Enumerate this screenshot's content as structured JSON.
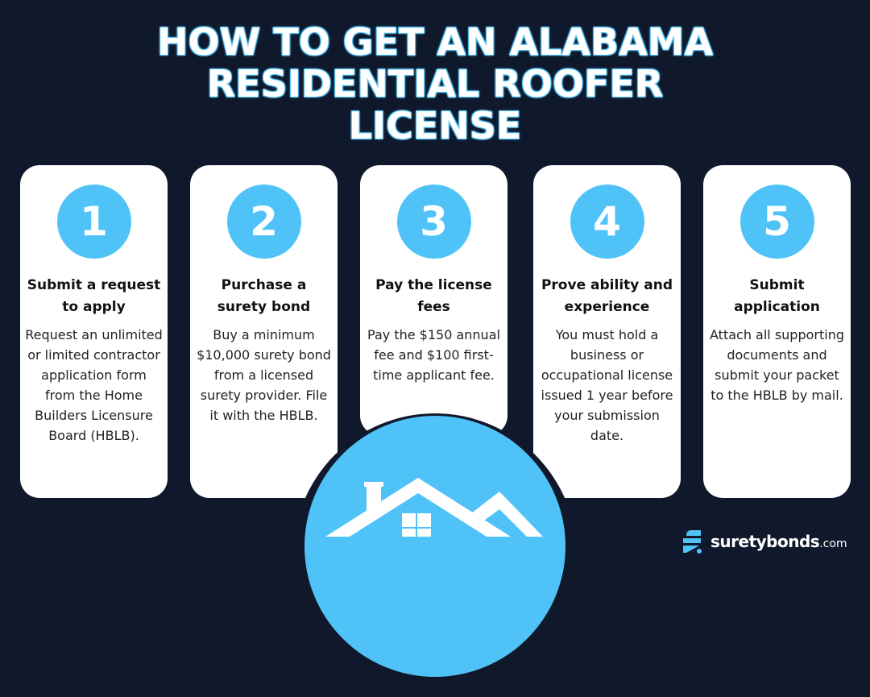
{
  "title": {
    "line1": "HOW TO GET AN ALABAMA",
    "line2": "RESIDENTIAL ROOFER",
    "line3": "LICENSE"
  },
  "steps": [
    {
      "number": "1",
      "heading": "Submit a request to apply",
      "body": "Request an unlimited or limited contractor application form from the Home Builders Licensure Board (HBLB)."
    },
    {
      "number": "2",
      "heading": "Purchase a surety bond",
      "body": "Buy a minimum $10,000 surety bond from a licensed surety provider. File it with the HBLB."
    },
    {
      "number": "3",
      "heading": "Pay the license fees",
      "body": "Pay the $150 annual fee and $100 first-time applicant fee."
    },
    {
      "number": "4",
      "heading": "Prove ability and experience",
      "body": "You must hold a business or occupational license issued 1 year before your submission date."
    },
    {
      "number": "5",
      "heading": "Submit application",
      "body": "Attach all supporting documents and submit your packet to the HBLB by mail."
    }
  ],
  "icons": {
    "center": "house-roof-icon",
    "logo": "suretybonds-logo-icon"
  },
  "logo": {
    "brand": "suretybonds",
    "tld": ".com"
  },
  "colors": {
    "background": "#10182b",
    "accent": "#4fc3f7",
    "card": "#ffffff"
  }
}
